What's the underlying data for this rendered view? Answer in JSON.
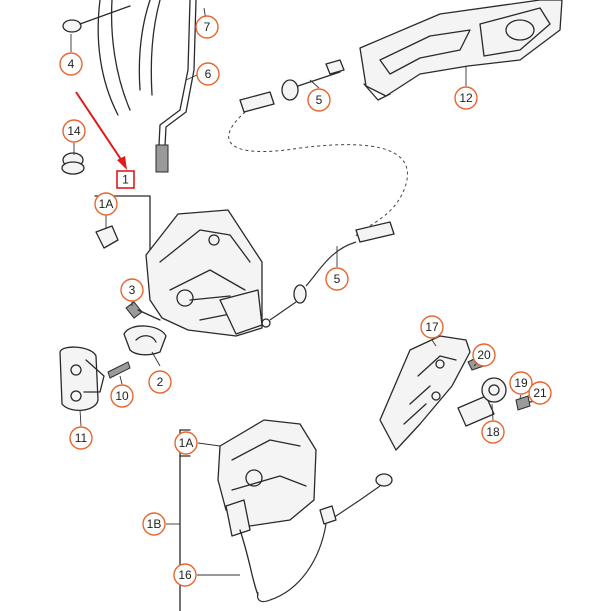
{
  "diagram_title": "",
  "accent_color": "#e8652e",
  "highlight_color": "#e01a1a",
  "callouts": [
    {
      "id": "c1",
      "label": "1",
      "style": "box"
    },
    {
      "id": "c1A",
      "label": "1A",
      "style": "circle"
    },
    {
      "id": "c1A2",
      "label": "1A",
      "style": "circle"
    },
    {
      "id": "c1B",
      "label": "1B",
      "style": "circle"
    },
    {
      "id": "c2",
      "label": "2",
      "style": "circle"
    },
    {
      "id": "c3",
      "label": "3",
      "style": "circle"
    },
    {
      "id": "c4",
      "label": "4",
      "style": "circle"
    },
    {
      "id": "c5a",
      "label": "5",
      "style": "circle"
    },
    {
      "id": "c5b",
      "label": "5",
      "style": "circle"
    },
    {
      "id": "c6",
      "label": "6",
      "style": "circle"
    },
    {
      "id": "c7",
      "label": "7",
      "style": "circle"
    },
    {
      "id": "c10",
      "label": "10",
      "style": "circle"
    },
    {
      "id": "c11",
      "label": "11",
      "style": "circle"
    },
    {
      "id": "c12",
      "label": "12",
      "style": "circle"
    },
    {
      "id": "c14",
      "label": "14",
      "style": "circle"
    },
    {
      "id": "c16",
      "label": "16",
      "style": "circle"
    },
    {
      "id": "c17",
      "label": "17",
      "style": "circle"
    },
    {
      "id": "c18",
      "label": "18",
      "style": "circle"
    },
    {
      "id": "c19",
      "label": "19",
      "style": "circle"
    },
    {
      "id": "c20",
      "label": "20",
      "style": "circle"
    },
    {
      "id": "c21",
      "label": "21",
      "style": "circle"
    }
  ]
}
